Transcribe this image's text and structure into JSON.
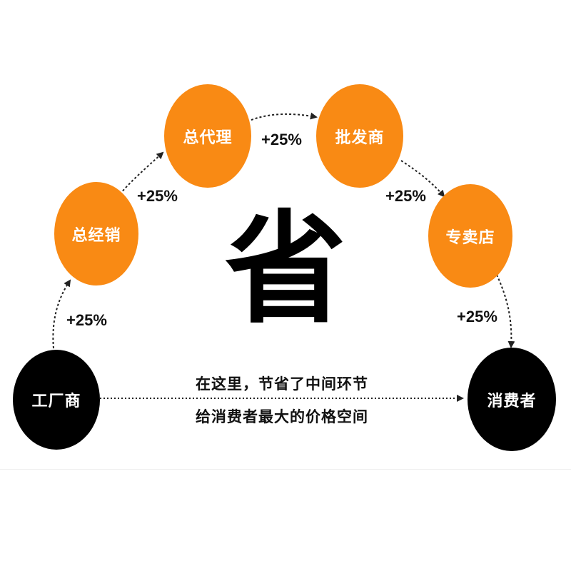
{
  "colors": {
    "orange": "#f98a14",
    "black": "#000000",
    "text": "#111111"
  },
  "nodes": {
    "factory": "工厂商",
    "distributor": "总经销",
    "agent": "总代理",
    "wholesaler": "批发商",
    "store": "专卖店",
    "consumer": "消费者"
  },
  "markups": [
    "+25%",
    "+25%",
    "+25%",
    "+25%",
    "+25%"
  ],
  "center_char": "省",
  "message": {
    "line1": "在这里，节省了中间环节",
    "line2": "给消费者最大的价格空间"
  }
}
